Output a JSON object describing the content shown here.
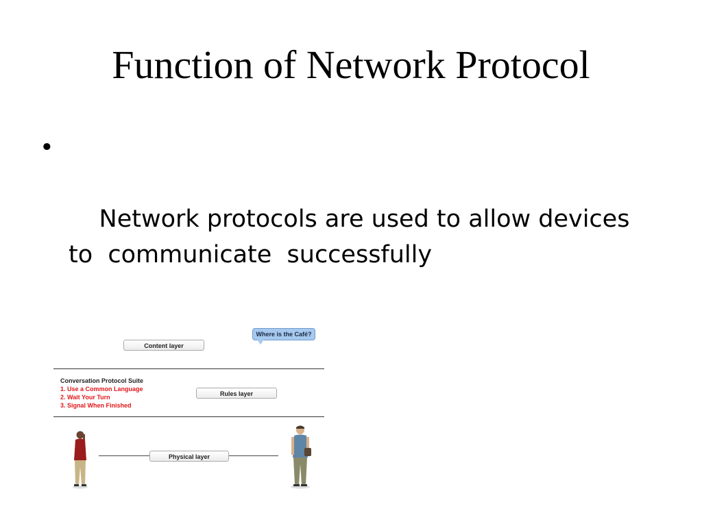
{
  "slide": {
    "title": "Function of Network Protocol",
    "bullets": [
      {
        "marker": "•",
        "text": "Network protocols are used to allow devices to  communicate  successfully"
      }
    ]
  },
  "diagram": {
    "speech_bubble": "Where is the Café?",
    "content_layer_label": "Content layer",
    "rules_layer_label": "Rules layer",
    "physical_layer_label": "Physical layer",
    "suite_title": "Conversation Protocol Suite",
    "suite_rules": [
      "1. Use a Common Language",
      "2. Wait Your Turn",
      "3. Signal When Finished"
    ],
    "colors": {
      "bubble": "#a7c9ee",
      "rules_text": "#e0161a",
      "left_person_shirt": "#9b1c1c",
      "right_person_shirt": "#5f86a6"
    }
  }
}
